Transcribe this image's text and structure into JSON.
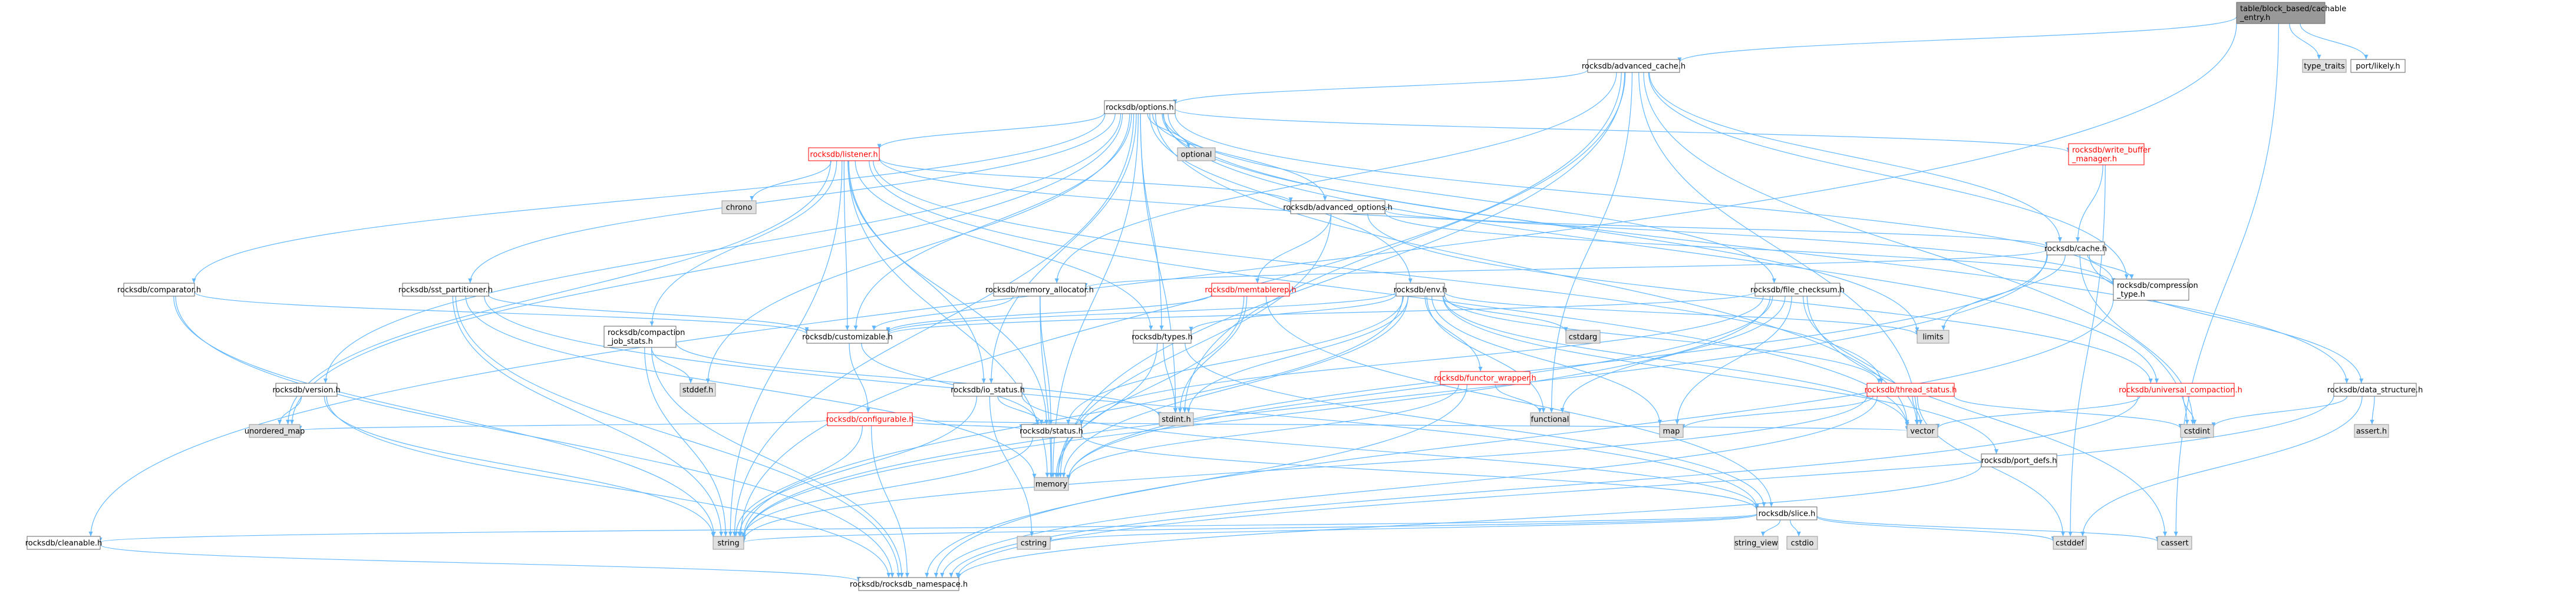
{
  "colors": {
    "edge": "#63b8ff",
    "normal_fill": "#ffffff",
    "normal_stroke": "#666666",
    "normal_text": "#000000",
    "root_fill": "#999999",
    "root_stroke": "#666666",
    "external_fill": "#e0e0e0",
    "external_stroke": "#999999",
    "red_stroke": "#ff0000",
    "red_text": "#ff0000"
  },
  "nodes": [
    {
      "id": "root",
      "lines": [
        "table/block_based/cachable",
        "_entry.h"
      ],
      "kind": "root"
    },
    {
      "id": "advanced_cache",
      "lines": [
        "rocksdb/advanced_cache.h"
      ],
      "kind": "normal"
    },
    {
      "id": "type_traits",
      "lines": [
        "type_traits"
      ],
      "kind": "external"
    },
    {
      "id": "port_likely",
      "lines": [
        "port/likely.h"
      ],
      "kind": "normal"
    },
    {
      "id": "options",
      "lines": [
        "rocksdb/options.h"
      ],
      "kind": "normal"
    },
    {
      "id": "listener",
      "lines": [
        "rocksdb/listener.h"
      ],
      "kind": "red"
    },
    {
      "id": "optional",
      "lines": [
        "optional"
      ],
      "kind": "external"
    },
    {
      "id": "write_buffer_manager",
      "lines": [
        "rocksdb/write_buffer",
        "_manager.h"
      ],
      "kind": "red"
    },
    {
      "id": "chrono",
      "lines": [
        "chrono"
      ],
      "kind": "external"
    },
    {
      "id": "advanced_options",
      "lines": [
        "rocksdb/advanced_options.h"
      ],
      "kind": "normal"
    },
    {
      "id": "cache",
      "lines": [
        "rocksdb/cache.h"
      ],
      "kind": "normal"
    },
    {
      "id": "comparator",
      "lines": [
        "rocksdb/comparator.h"
      ],
      "kind": "normal"
    },
    {
      "id": "sst_partitioner",
      "lines": [
        "rocksdb/sst_partitioner.h"
      ],
      "kind": "normal"
    },
    {
      "id": "memory_allocator",
      "lines": [
        "rocksdb/memory_allocator.h"
      ],
      "kind": "normal"
    },
    {
      "id": "memtablerep",
      "lines": [
        "rocksdb/memtablerep.h"
      ],
      "kind": "red"
    },
    {
      "id": "env",
      "lines": [
        "rocksdb/env.h"
      ],
      "kind": "normal"
    },
    {
      "id": "file_checksum",
      "lines": [
        "rocksdb/file_checksum.h"
      ],
      "kind": "normal"
    },
    {
      "id": "compression_type",
      "lines": [
        "rocksdb/compression",
        "_type.h"
      ],
      "kind": "normal"
    },
    {
      "id": "compaction_job_stats",
      "lines": [
        "rocksdb/compaction",
        "_job_stats.h"
      ],
      "kind": "normal"
    },
    {
      "id": "customizable",
      "lines": [
        "rocksdb/customizable.h"
      ],
      "kind": "normal"
    },
    {
      "id": "types",
      "lines": [
        "rocksdb/types.h"
      ],
      "kind": "normal"
    },
    {
      "id": "cstdarg",
      "lines": [
        "cstdarg"
      ],
      "kind": "external"
    },
    {
      "id": "functor_wrapper",
      "lines": [
        "rocksdb/functor_wrapper.h"
      ],
      "kind": "red"
    },
    {
      "id": "limits",
      "lines": [
        "limits"
      ],
      "kind": "external"
    },
    {
      "id": "version",
      "lines": [
        "rocksdb/version.h"
      ],
      "kind": "normal"
    },
    {
      "id": "stddef_h",
      "lines": [
        "stddef.h"
      ],
      "kind": "external"
    },
    {
      "id": "configurable",
      "lines": [
        "rocksdb/configurable.h"
      ],
      "kind": "red"
    },
    {
      "id": "io_status",
      "lines": [
        "rocksdb/io_status.h"
      ],
      "kind": "normal"
    },
    {
      "id": "stdint_h",
      "lines": [
        "stdint.h"
      ],
      "kind": "external"
    },
    {
      "id": "functional",
      "lines": [
        "functional"
      ],
      "kind": "external"
    },
    {
      "id": "thread_status",
      "lines": [
        "rocksdb/thread_status.h"
      ],
      "kind": "red"
    },
    {
      "id": "universal_compaction",
      "lines": [
        "rocksdb/universal_compaction.h"
      ],
      "kind": "red"
    },
    {
      "id": "data_structure",
      "lines": [
        "rocksdb/data_structure.h"
      ],
      "kind": "normal"
    },
    {
      "id": "unordered_map",
      "lines": [
        "unordered_map"
      ],
      "kind": "external"
    },
    {
      "id": "status",
      "lines": [
        "rocksdb/status.h"
      ],
      "kind": "normal"
    },
    {
      "id": "map",
      "lines": [
        "map"
      ],
      "kind": "external"
    },
    {
      "id": "vector",
      "lines": [
        "vector"
      ],
      "kind": "external"
    },
    {
      "id": "cstdint",
      "lines": [
        "cstdint"
      ],
      "kind": "external"
    },
    {
      "id": "assert_h",
      "lines": [
        "assert.h"
      ],
      "kind": "external"
    },
    {
      "id": "memory",
      "lines": [
        "memory"
      ],
      "kind": "external"
    },
    {
      "id": "port_defs",
      "lines": [
        "rocksdb/port_defs.h"
      ],
      "kind": "normal"
    },
    {
      "id": "slice",
      "lines": [
        "rocksdb/slice.h"
      ],
      "kind": "normal"
    },
    {
      "id": "cleanable",
      "lines": [
        "rocksdb/cleanable.h"
      ],
      "kind": "normal"
    },
    {
      "id": "string",
      "lines": [
        "string"
      ],
      "kind": "external"
    },
    {
      "id": "cstring",
      "lines": [
        "cstring"
      ],
      "kind": "external"
    },
    {
      "id": "string_view",
      "lines": [
        "string_view"
      ],
      "kind": "external"
    },
    {
      "id": "cstdio",
      "lines": [
        "cstdio"
      ],
      "kind": "external"
    },
    {
      "id": "cstddef",
      "lines": [
        "cstddef"
      ],
      "kind": "external"
    },
    {
      "id": "cassert",
      "lines": [
        "cassert"
      ],
      "kind": "external"
    },
    {
      "id": "rocksdb_namespace",
      "lines": [
        "rocksdb/rocksdb_namespace.h"
      ],
      "kind": "normal"
    }
  ],
  "edges": [
    [
      "root",
      "advanced_cache"
    ],
    [
      "root",
      "type_traits"
    ],
    [
      "root",
      "port_likely"
    ],
    [
      "root",
      "cassert"
    ],
    [
      "root",
      "cleanable"
    ],
    [
      "advanced_cache",
      "options"
    ],
    [
      "advanced_cache",
      "cache"
    ],
    [
      "advanced_cache",
      "memory_allocator"
    ],
    [
      "advanced_cache",
      "compression_type"
    ],
    [
      "advanced_cache",
      "functional"
    ],
    [
      "advanced_cache",
      "string"
    ],
    [
      "advanced_cache",
      "memory"
    ],
    [
      "advanced_cache",
      "cstdint"
    ],
    [
      "advanced_cache",
      "vector"
    ],
    [
      "advanced_cache",
      "stdint_h"
    ],
    [
      "options",
      "listener"
    ],
    [
      "options",
      "optional"
    ],
    [
      "options",
      "write_buffer_manager"
    ],
    [
      "options",
      "advanced_options"
    ],
    [
      "options",
      "comparator"
    ],
    [
      "options",
      "sst_partitioner"
    ],
    [
      "options",
      "env"
    ],
    [
      "options",
      "file_checksum"
    ],
    [
      "options",
      "compression_type"
    ],
    [
      "options",
      "customizable"
    ],
    [
      "options",
      "types"
    ],
    [
      "options",
      "version"
    ],
    [
      "options",
      "stddef_h"
    ],
    [
      "options",
      "stdint_h"
    ],
    [
      "options",
      "limits"
    ],
    [
      "options",
      "unordered_map"
    ],
    [
      "options",
      "memory"
    ],
    [
      "options",
      "string"
    ],
    [
      "options",
      "vector"
    ],
    [
      "options",
      "universal_compaction"
    ],
    [
      "options",
      "data_structure"
    ],
    [
      "options",
      "io_status"
    ],
    [
      "listener",
      "chrono"
    ],
    [
      "listener",
      "advanced_options"
    ],
    [
      "listener",
      "compaction_job_stats"
    ],
    [
      "listener",
      "customizable"
    ],
    [
      "listener",
      "status"
    ],
    [
      "listener",
      "types"
    ],
    [
      "listener",
      "io_status"
    ],
    [
      "listener",
      "compression_type"
    ],
    [
      "listener",
      "thread_status"
    ],
    [
      "listener",
      "memory"
    ],
    [
      "listener",
      "string"
    ],
    [
      "listener",
      "unordered_map"
    ],
    [
      "listener",
      "vector"
    ],
    [
      "write_buffer_manager",
      "cache"
    ],
    [
      "write_buffer_manager",
      "cstddef"
    ],
    [
      "advanced_options",
      "memtablerep"
    ],
    [
      "advanced_options",
      "compression_type"
    ],
    [
      "advanced_options",
      "universal_compaction"
    ],
    [
      "advanced_options",
      "cache"
    ],
    [
      "advanced_options",
      "memory"
    ],
    [
      "cache",
      "memory_allocator"
    ],
    [
      "cache",
      "compression_type"
    ],
    [
      "cache",
      "data_structure"
    ],
    [
      "cache",
      "limits"
    ],
    [
      "cache",
      "memory"
    ],
    [
      "cache",
      "string"
    ],
    [
      "cache",
      "cstdint"
    ],
    [
      "comparator",
      "customizable"
    ],
    [
      "comparator",
      "rocksdb_namespace"
    ],
    [
      "comparator",
      "string"
    ],
    [
      "sst_partitioner",
      "customizable"
    ],
    [
      "sst_partitioner",
      "slice"
    ],
    [
      "sst_partitioner",
      "rocksdb_namespace"
    ],
    [
      "sst_partitioner",
      "memory"
    ],
    [
      "sst_partitioner",
      "string"
    ],
    [
      "memory_allocator",
      "customizable"
    ],
    [
      "memory_allocator",
      "status"
    ],
    [
      "memory_allocator",
      "memory"
    ],
    [
      "memtablerep",
      "customizable"
    ],
    [
      "memtablerep",
      "slice"
    ],
    [
      "memtablerep",
      "memory"
    ],
    [
      "memtablerep",
      "stdint_h"
    ],
    [
      "env",
      "cstdarg"
    ],
    [
      "env",
      "functor_wrapper"
    ],
    [
      "env",
      "limits"
    ],
    [
      "env",
      "customizable"
    ],
    [
      "env",
      "types"
    ],
    [
      "env",
      "thread_status"
    ],
    [
      "env",
      "status"
    ],
    [
      "env",
      "port_defs"
    ],
    [
      "env",
      "functional"
    ],
    [
      "env",
      "memory"
    ],
    [
      "env",
      "string"
    ],
    [
      "env",
      "vector"
    ],
    [
      "env",
      "map"
    ],
    [
      "env",
      "stdint_h"
    ],
    [
      "file_checksum",
      "customizable"
    ],
    [
      "file_checksum",
      "status"
    ],
    [
      "file_checksum",
      "functional"
    ],
    [
      "file_checksum",
      "memory"
    ],
    [
      "file_checksum",
      "cassert"
    ],
    [
      "file_checksum",
      "map"
    ],
    [
      "file_checksum",
      "string"
    ],
    [
      "file_checksum",
      "vector"
    ],
    [
      "compression_type",
      "rocksdb_namespace"
    ],
    [
      "compaction_job_stats",
      "stddef_h"
    ],
    [
      "compaction_job_stats",
      "stdint_h"
    ],
    [
      "compaction_job_stats",
      "string"
    ],
    [
      "compaction_job_stats",
      "rocksdb_namespace"
    ],
    [
      "customizable",
      "configurable"
    ],
    [
      "customizable",
      "status"
    ],
    [
      "types",
      "slice"
    ],
    [
      "types",
      "stdint_h"
    ],
    [
      "types",
      "memory"
    ],
    [
      "functor_wrapper",
      "functional"
    ],
    [
      "functor_wrapper",
      "memory"
    ],
    [
      "functor_wrapper",
      "rocksdb_namespace"
    ],
    [
      "version",
      "unordered_map"
    ],
    [
      "version",
      "string"
    ],
    [
      "version",
      "rocksdb_namespace"
    ],
    [
      "configurable",
      "rocksdb_namespace"
    ],
    [
      "configurable",
      "status"
    ],
    [
      "configurable",
      "unordered_map"
    ],
    [
      "configurable",
      "string"
    ],
    [
      "configurable",
      "vector"
    ],
    [
      "io_status",
      "status"
    ],
    [
      "io_status",
      "slice"
    ],
    [
      "io_status",
      "string"
    ],
    [
      "io_status",
      "cstring"
    ],
    [
      "thread_status",
      "cstddef"
    ],
    [
      "thread_status",
      "cstdint"
    ],
    [
      "thread_status",
      "map"
    ],
    [
      "thread_status",
      "string"
    ],
    [
      "thread_status",
      "vector"
    ],
    [
      "thread_status",
      "rocksdb_namespace"
    ],
    [
      "universal_compaction",
      "cstdint"
    ],
    [
      "universal_compaction",
      "vector"
    ],
    [
      "universal_compaction",
      "rocksdb_namespace"
    ],
    [
      "data_structure",
      "assert_h"
    ],
    [
      "data_structure",
      "cstddef"
    ],
    [
      "data_structure",
      "cstdint"
    ],
    [
      "data_structure",
      "rocksdb_namespace"
    ],
    [
      "status",
      "slice"
    ],
    [
      "status",
      "memory"
    ],
    [
      "status",
      "string"
    ],
    [
      "port_defs",
      "rocksdb_namespace"
    ],
    [
      "slice",
      "cleanable"
    ],
    [
      "slice",
      "cassert"
    ],
    [
      "slice",
      "cstddef"
    ],
    [
      "slice",
      "cstdio"
    ],
    [
      "slice",
      "cstring"
    ],
    [
      "slice",
      "string"
    ],
    [
      "slice",
      "string_view"
    ],
    [
      "cleanable",
      "rocksdb_namespace"
    ]
  ]
}
